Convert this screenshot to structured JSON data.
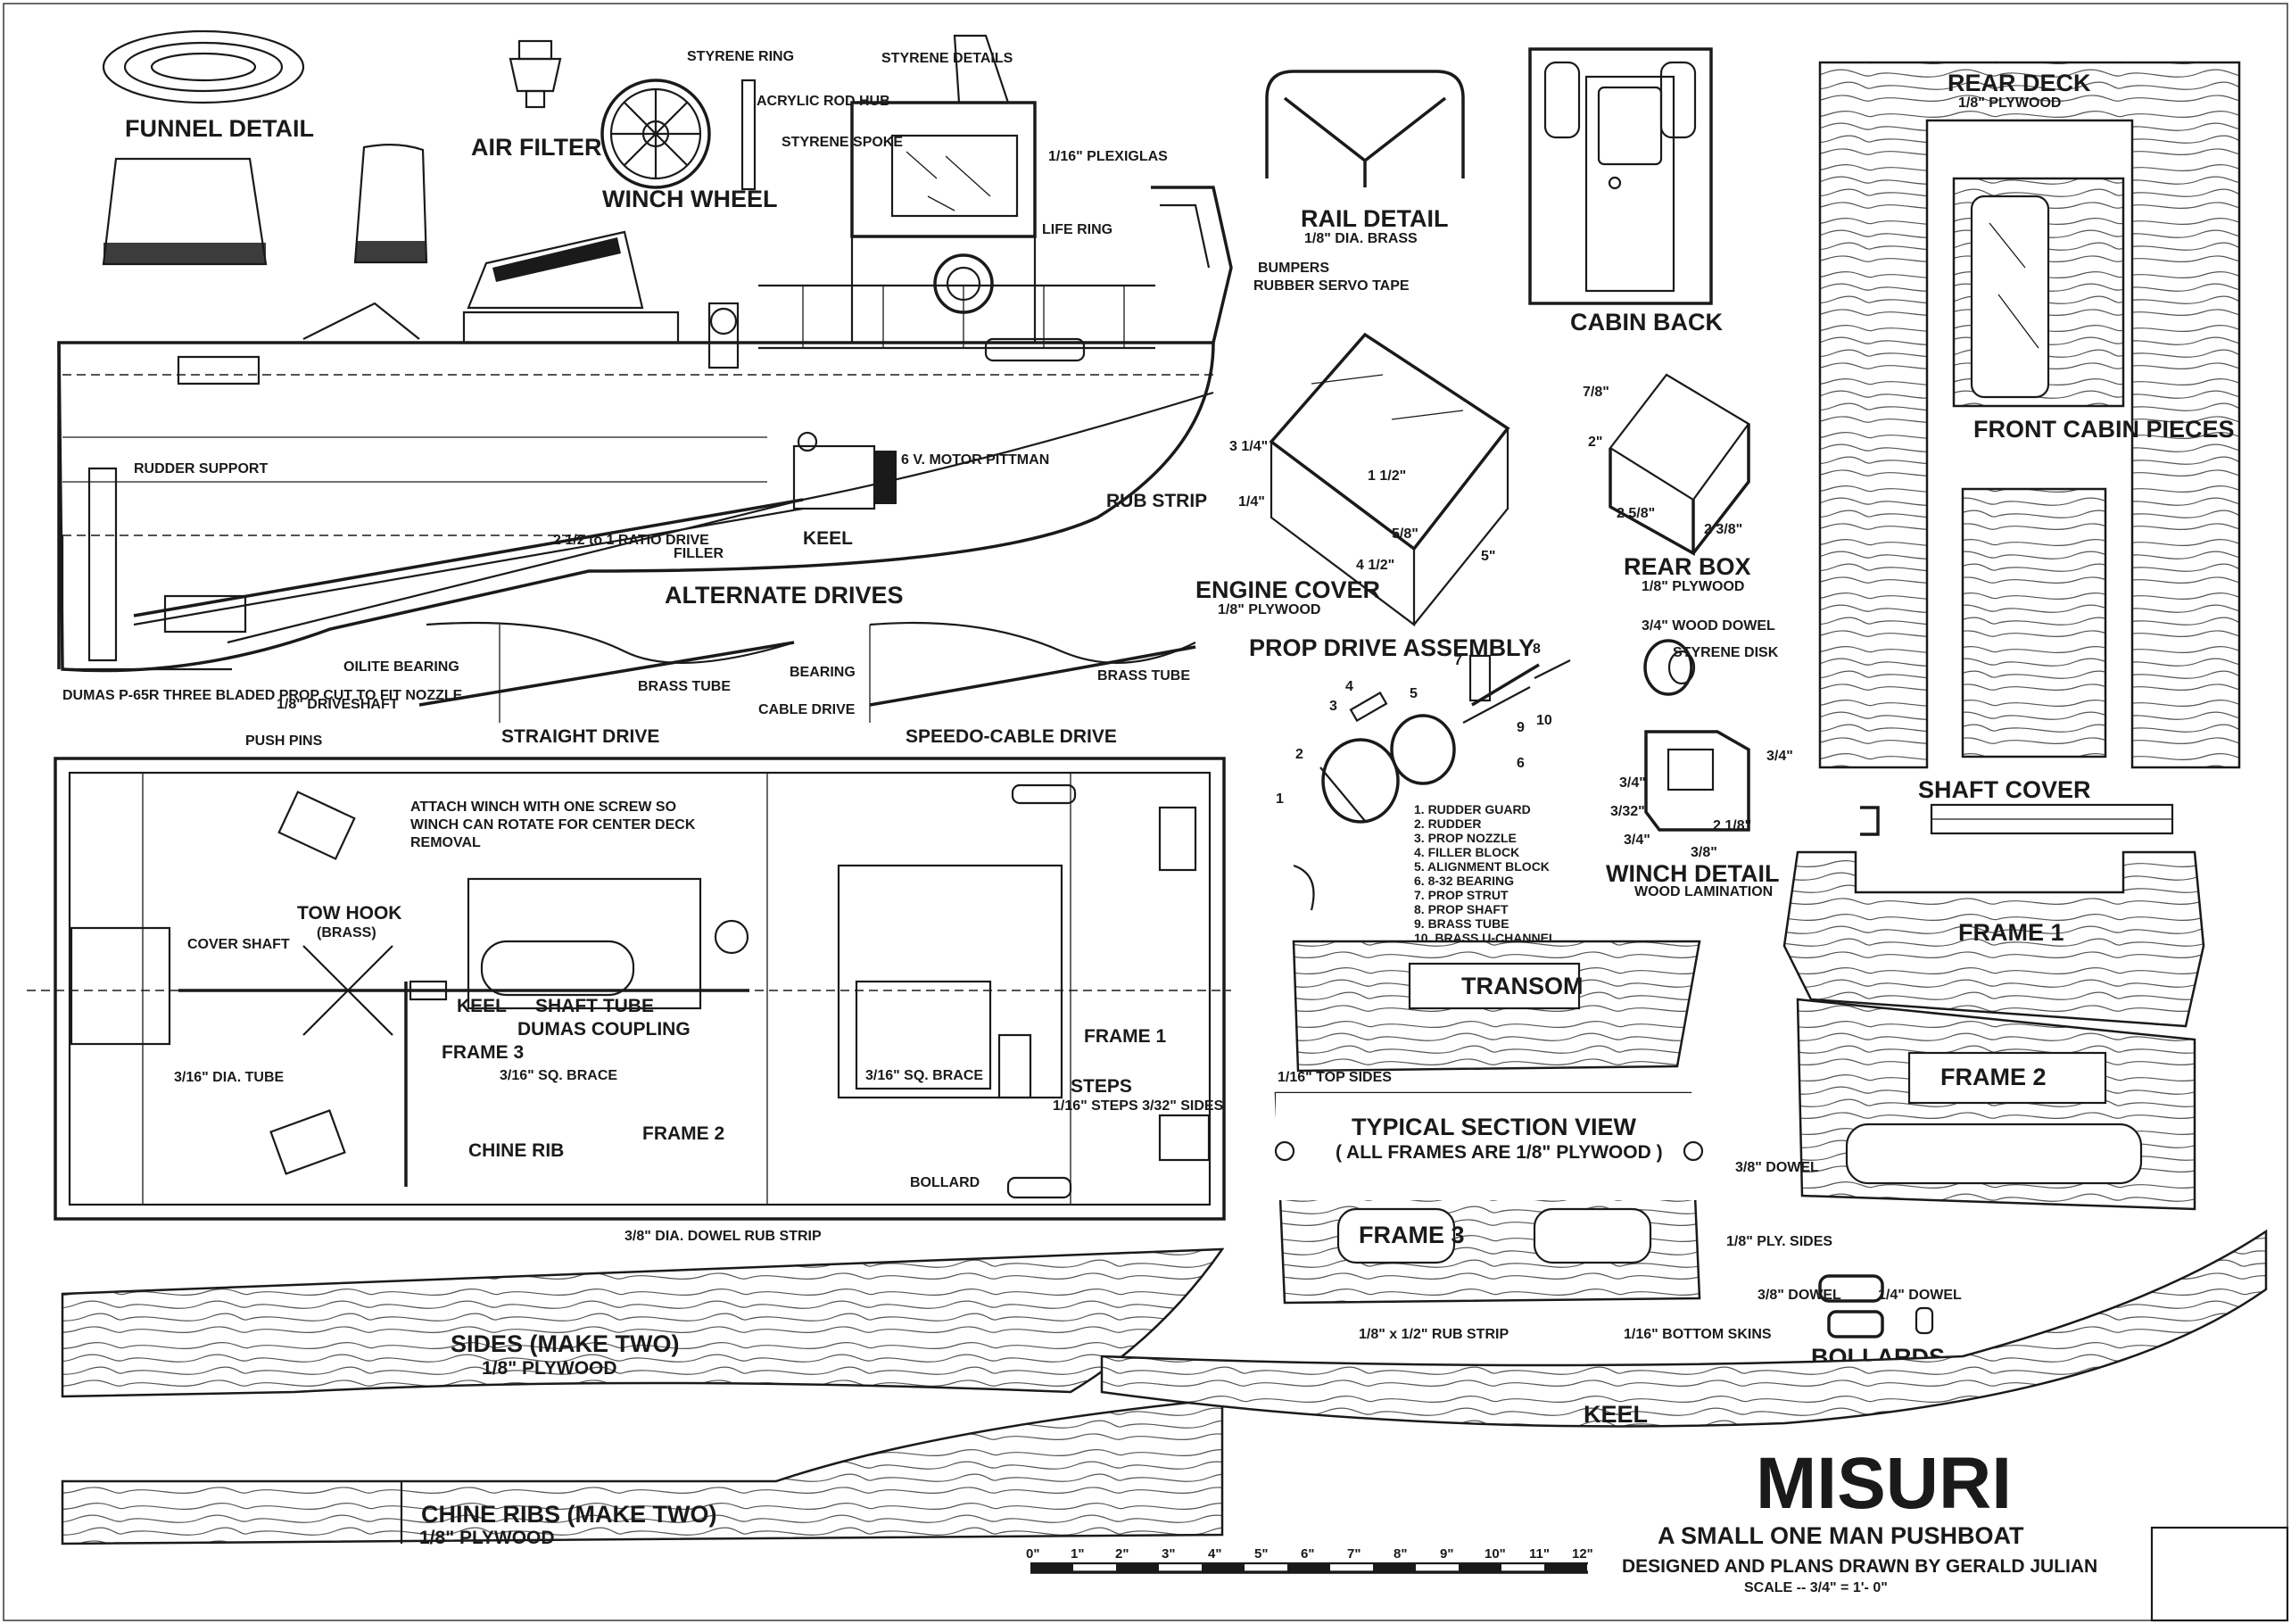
{
  "title": {
    "name": "MISURI",
    "subtitle": "A SMALL ONE MAN PUSHBOAT",
    "credit": "DESIGNED AND PLANS DRAWN BY GERALD JULIAN",
    "scale": "SCALE -- 3/4\" = 1'- 0\""
  },
  "scale_ticks": [
    "0\"",
    "1\"",
    "2\"",
    "3\"",
    "4\"",
    "5\"",
    "6\"",
    "7\"",
    "8\"",
    "9\"",
    "10\"",
    "11\"",
    "12\""
  ],
  "details": {
    "funnel": "FUNNEL DETAIL",
    "air_filter": "AIR FILTER",
    "winch_wheel": "WINCH WHEEL",
    "styrene_ring": "STYRENE RING",
    "acrylic_rod_hub": "ACRYLIC ROD HUB",
    "styrene_spoke": "STYRENE SPOKE",
    "styrene_details": "STYRENE DETAILS",
    "plexiglas": "1/16\" PLEXIGLAS",
    "life_ring": "LIFE RING",
    "bumpers": "BUMPERS",
    "rubber_servo_tape": "RUBBER SERVO TAPE",
    "rudder_support": "RUDDER SUPPORT",
    "motor": "6 V. MOTOR PITTMAN",
    "ratio_drive": "2 1/2 to 1 RATIO DRIVE",
    "filler": "FILLER",
    "keel_side": "KEEL",
    "rub_strip": "RUB STRIP",
    "prop_note": "DUMAS P-65R THREE BLADED PROP CUT TO FIT NOZZLE",
    "driveshaft": "1/8\" DRIVESHAFT",
    "oilite": "OILITE BEARING",
    "brass_tube_1": "BRASS TUBE",
    "bearing": "BEARING",
    "brass_tube_2": "BRASS TUBE",
    "cable_drive": "CABLE DRIVE",
    "alternate_drives": "ALTERNATE DRIVES",
    "straight_drive": "STRAIGHT DRIVE",
    "speedo_drive": "SPEEDO-CABLE DRIVE",
    "rail_detail": "RAIL DETAIL",
    "rail_material": "1/8\" DIA. BRASS",
    "cabin_back": "CABIN BACK",
    "engine_cover": "ENGINE COVER",
    "engine_cover_material": "1/8\" PLYWOOD",
    "rear_box": "REAR BOX",
    "rear_box_material": "1/8\" PLYWOOD",
    "prop_drive_assembly": "PROP DRIVE ASSEMBLY",
    "wood_dowel": "3/4\" WOOD DOWEL",
    "styrene_disk": "STYRENE DISK",
    "winch_detail": "WINCH DETAIL",
    "wood_lamination": "WOOD LAMINATION",
    "rear_deck": "REAR DECK",
    "rear_deck_material": "1/8\" PLYWOOD",
    "front_cabin_pieces": "FRONT CABIN PIECES",
    "shaft_cover": "SHAFT COVER",
    "frame_1": "FRAME 1",
    "frame_2": "FRAME 2",
    "frame_3": "FRAME 3",
    "transom": "TRANSOM",
    "typical_section": "TYPICAL SECTION VIEW",
    "all_frames": "( ALL FRAMES ARE 1/8\" PLYWOOD )",
    "top_sides": "1/16\" TOP SIDES",
    "dowel_38": "3/8\" DOWEL",
    "ply_sides": "1/8\" PLY. SIDES",
    "rub_strip_section": "1/8\" x 1/2\" RUB STRIP",
    "bottom_skins": "1/16\" BOTTOM SKINS",
    "bollards": "BOLLARDS",
    "dowel_38b": "3/8\" DOWEL",
    "dowel_14": "1/4\" DOWEL",
    "keel": "KEEL",
    "sides": "SIDES (MAKE TWO)",
    "sides_material": "1/8\" PLYWOOD",
    "chine_ribs": "CHINE RIBS (MAKE TWO)",
    "chine_material": "1/8\" PLYWOOD"
  },
  "dims": {
    "ec_h1": "3 1/4\"",
    "ec_h2": "1 1/2\"",
    "ec_h3": "1/4\"",
    "ec_h4": "5/8\"",
    "ec_w": "4 1/2\"",
    "ec_l": "5\"",
    "rb_a": "7/8\"",
    "rb_b": "2\"",
    "rb_c": "2 5/8\"",
    "rb_d": "2 3/8\"",
    "wd_a": "3/4\"",
    "wd_b": "3/4\"",
    "wd_c": "3/32\"",
    "wd_d": "3/4\"",
    "wd_e": "2 1/8\"",
    "wd_f": "3/8\""
  },
  "plan": {
    "push_pins": "PUSH PINS",
    "winch_note": "ATTACH WINCH WITH ONE SCREW SO WINCH CAN ROTATE FOR CENTER DECK REMOVAL",
    "tow_hook": "TOW HOOK",
    "tow_hook_material": "(BRASS)",
    "cover_shaft": "COVER SHAFT",
    "keel": "KEEL",
    "shaft_tube": "SHAFT TUBE",
    "dumas_coupling": "DUMAS COUPLING",
    "frame_3": "FRAME 3",
    "sq_brace_1": "3/16\" SQ. BRACE",
    "sq_brace_2": "3/16\" SQ. BRACE",
    "dia_tube": "3/16\" DIA. TUBE",
    "chine_rib": "CHINE RIB",
    "frame_2": "FRAME 2",
    "frame_1": "FRAME 1",
    "steps": "STEPS",
    "steps_note": "1/16\" STEPS 3/32\" SIDES",
    "bollard": "BOLLARD",
    "dowel_rub_strip": "3/8\" DIA. DOWEL RUB STRIP"
  },
  "parts_list": [
    "1. RUDDER GUARD",
    "2. RUDDER",
    "3. PROP NOZZLE",
    "4. FILLER BLOCK",
    "5. ALIGNMENT BLOCK",
    "6. 8-32 BEARING",
    "7. PROP STRUT",
    "8. PROP SHAFT",
    "9. BRASS TUBE",
    "10. BRASS U-CHANNEL"
  ],
  "part_numbers": [
    "1",
    "2",
    "3",
    "4",
    "5",
    "6",
    "7",
    "8",
    "9",
    "10"
  ]
}
